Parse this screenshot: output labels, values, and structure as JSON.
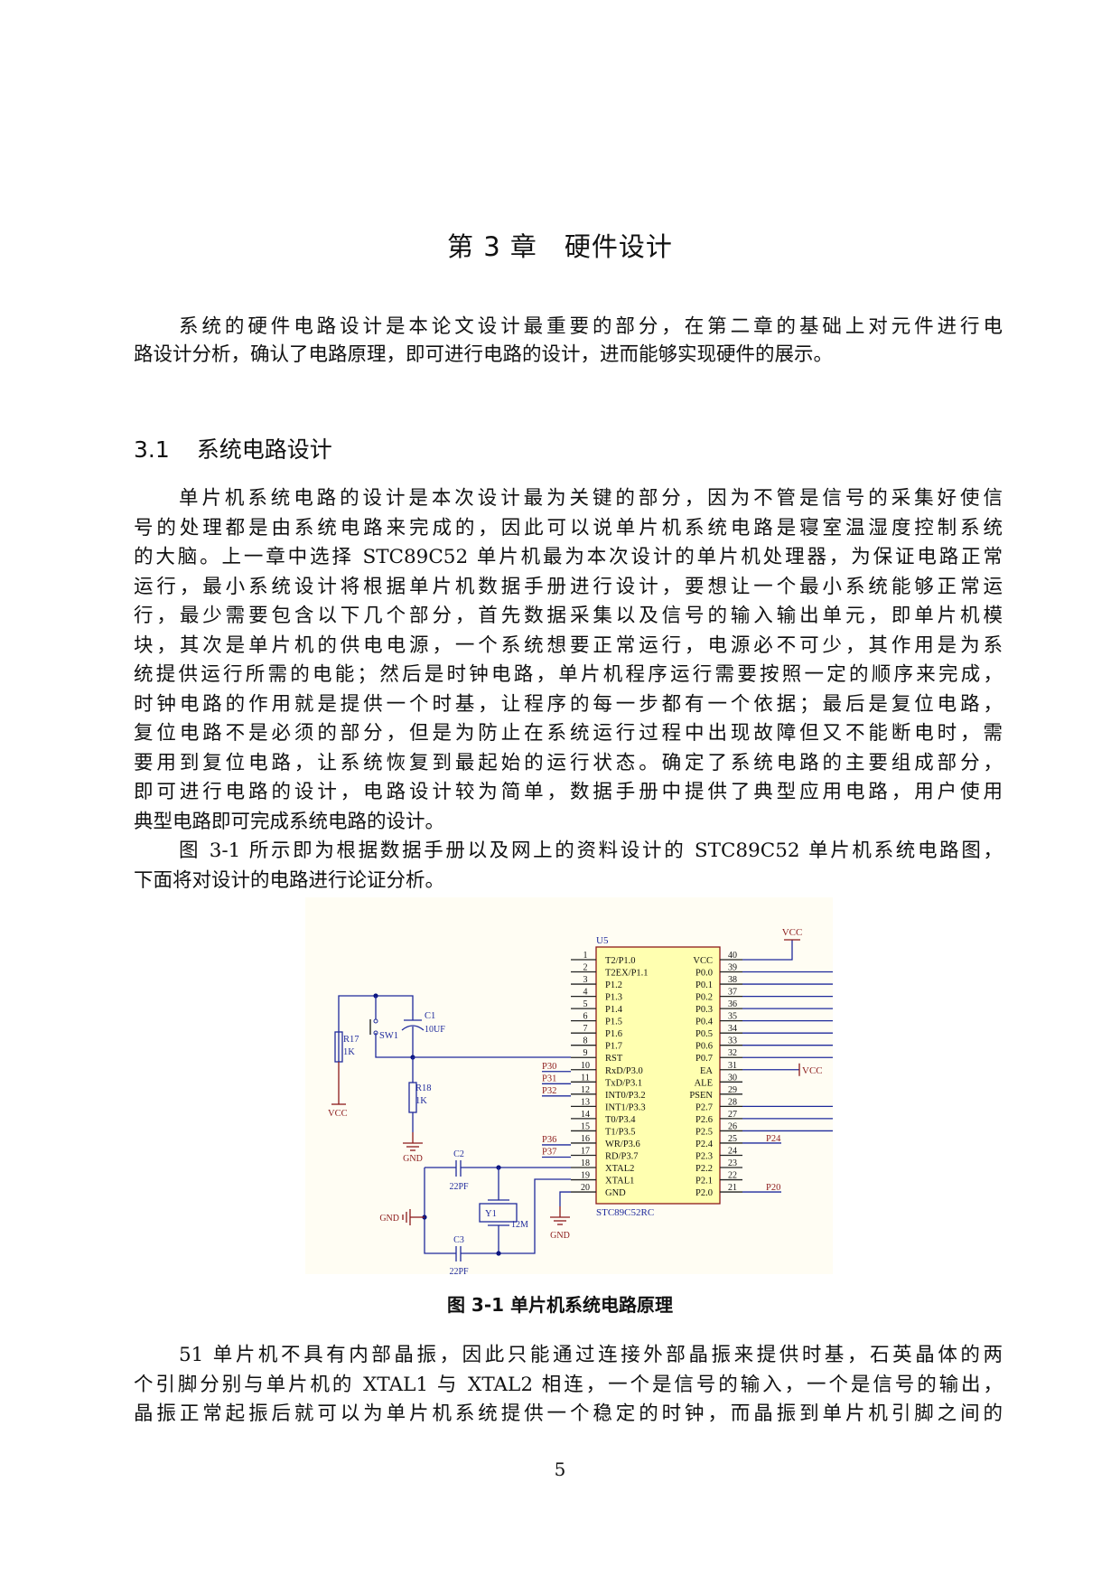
{
  "chapter_title": "第 3 章　硬件设计",
  "intro_lines": [
    "系统的硬件电路设计是本论文设计最重要的部分，在第二章的基础上对元件进行电",
    "路设计分析，确认了电路原理，即可进行电路的设计，进而能够实现硬件的展示。"
  ],
  "section": {
    "number": "3.1",
    "title": "系统电路设计"
  },
  "body_lines": [
    "单片机系统电路的设计是本次设计最为关键的部分，因为不管是信号的采集好使信",
    "号的处理都是由系统电路来完成的，因此可以说单片机系统电路是寝室温湿度控制系统",
    "的大脑。上一章中选择 STC89C52 单片机最为本次设计的单片机处理器，为保证电路正常",
    "运行，最小系统设计将根据单片机数据手册进行设计，要想让一个最小系统能够正常运",
    "行，最少需要包含以下几个部分，首先数据采集以及信号的输入输出单元，即单片机模",
    "块，其次是单片机的供电电源，一个系统想要正常运行，电源必不可少，其作用是为系",
    "统提供运行所需的电能；然后是时钟电路，单片机程序运行需要按照一定的顺序来完成，",
    "时钟电路的作用就是提供一个时基，让程序的每一步都有一个依据；最后是复位电路，",
    "复位电路不是必须的部分，但是为防止在系统运行过程中出现故障但又不能断电时，需",
    "要用到复位电路，让系统恢复到最起始的运行状态。确定了系统电路的主要组成部分，",
    "即可进行电路的设计，电路设计较为简单，数据手册中提供了典型应用电路，用户使用",
    "典型电路即可完成系统电路的设计。"
  ],
  "figure_ref_lines": [
    "图 3-1 所示即为根据数据手册以及网上的资料设计的 STC89C52 单片机系统电路图，",
    "下面将对设计的电路进行论证分析。"
  ],
  "figure": {
    "caption": "图 3-1  单片机系统电路原理",
    "colors": {
      "wire": "#1f2a9c",
      "power": "#8b1a1a",
      "chip_fill": "#ffffb0",
      "chip_border": "#8b1a1a",
      "junction": "#0a1480"
    },
    "chip": {
      "designator": "U5",
      "part": "STC89C52RC",
      "left_pins": [
        "T2/P1.0",
        "T2EX/P1.1",
        "P1.2",
        "P1.3",
        "P1.4",
        "P1.5",
        "P1.6",
        "P1.7",
        "RST",
        "RxD/P3.0",
        "TxD/P3.1",
        "INT0/P3.2",
        "INT1/P3.3",
        "T0/P3.4",
        "T1/P3.5",
        "WR/P3.6",
        "RD/P3.7",
        "XTAL2",
        "XTAL1",
        "GND"
      ],
      "right_pins": [
        "VCC",
        "P0.0",
        "P0.1",
        "P0.2",
        "P0.3",
        "P0.4",
        "P0.5",
        "P0.6",
        "P0.7",
        "EA",
        "ALE",
        "PSEN",
        "P2.7",
        "P2.6",
        "P2.5",
        "P2.4",
        "P2.3",
        "P2.2",
        "P2.1",
        "P2.0"
      ],
      "left_numbers": [
        "1",
        "2",
        "3",
        "4",
        "5",
        "6",
        "7",
        "8",
        "9",
        "10",
        "11",
        "12",
        "13",
        "14",
        "15",
        "16",
        "17",
        "18",
        "19",
        "20"
      ],
      "right_numbers": [
        "40",
        "39",
        "38",
        "37",
        "36",
        "35",
        "34",
        "33",
        "32",
        "31",
        "30",
        "29",
        "28",
        "27",
        "26",
        "25",
        "24",
        "23",
        "22",
        "21"
      ]
    },
    "net_labels": {
      "p30": "P30",
      "p31": "P31",
      "p32": "P32",
      "p36": "P36",
      "p37": "P37",
      "p24": "P24",
      "p20": "P20",
      "vcc": "VCC",
      "gnd": "GND"
    },
    "components": {
      "r17": {
        "ref": "R17",
        "value": "1K"
      },
      "r18": {
        "ref": "R18",
        "value": "1K"
      },
      "c1": {
        "ref": "C1",
        "value": "10UF"
      },
      "sw1": {
        "ref": "SW1"
      },
      "c2": {
        "ref": "C2",
        "value": "22PF"
      },
      "c3": {
        "ref": "C3",
        "value": "22PF"
      },
      "y1": {
        "ref": "Y1",
        "value": "12M"
      }
    }
  },
  "after_lines": [
    "51 单片机不具有内部晶振，因此只能通过连接外部晶振来提供时基，石英晶体的两",
    "个引脚分别与单片机的 XTAL1 与 XTAL2 相连，一个是信号的输入，一个是信号的输出，",
    "晶振正常起振后就可以为单片机系统提供一个稳定的时钟，而晶振到单片机引脚之间的"
  ],
  "page_number": "5"
}
